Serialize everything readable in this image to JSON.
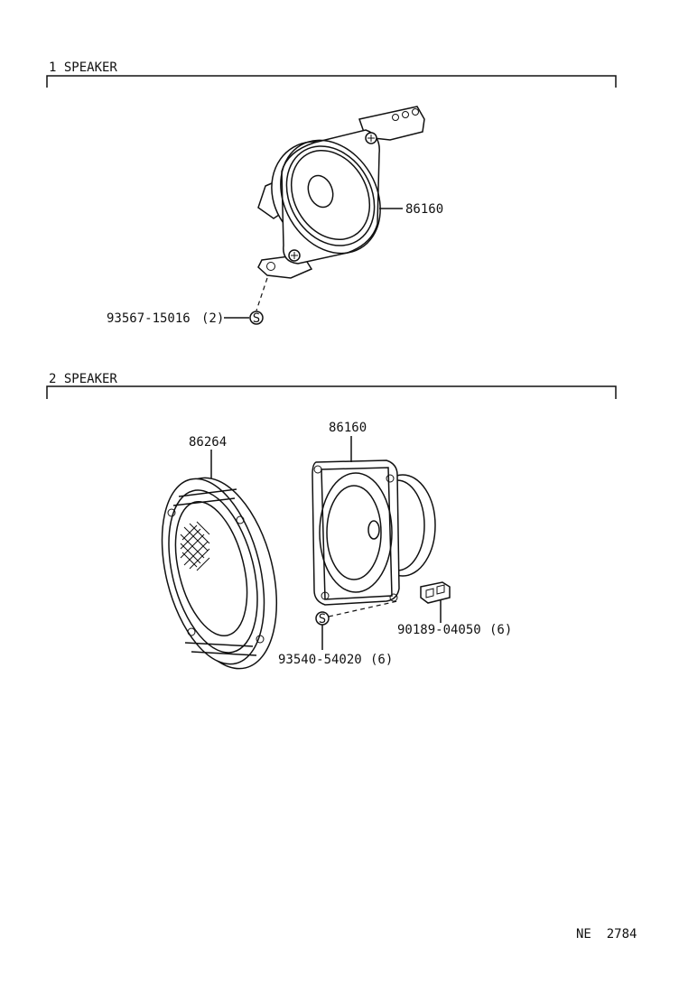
{
  "sections": [
    {
      "title": "1  SPEAKER",
      "parts": [
        {
          "number": "86160",
          "quantity": ""
        },
        {
          "number": "93567-15016",
          "quantity": "(2)"
        }
      ]
    },
    {
      "title": "2  SPEAKER",
      "parts": [
        {
          "number": "86264",
          "quantity": ""
        },
        {
          "number": "86160",
          "quantity": ""
        },
        {
          "number": "90189-04050",
          "quantity": "(6)"
        },
        {
          "number": "93540-54020",
          "quantity": "(6)"
        }
      ]
    }
  ],
  "screw_symbol": "S",
  "figure_code": "NE  2784"
}
